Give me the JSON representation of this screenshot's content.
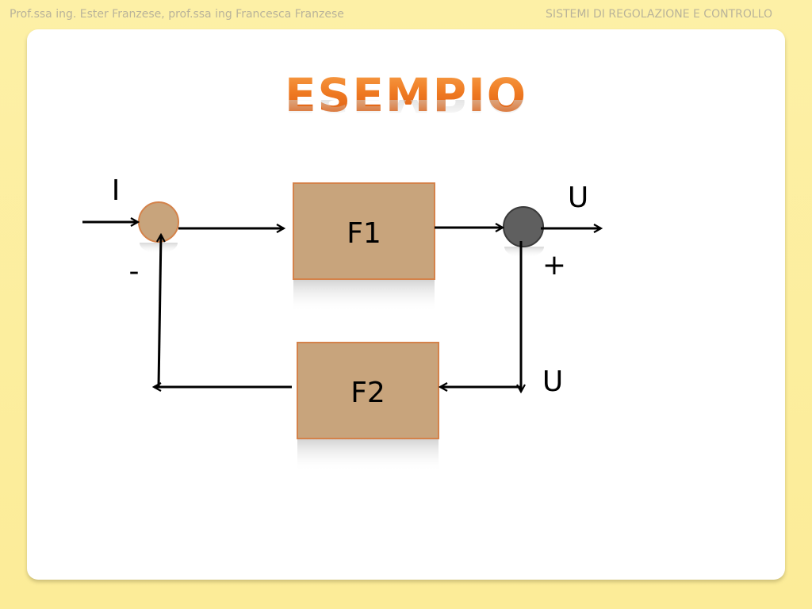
{
  "header": {
    "authors": "Prof.ssa ing. Ester Franzese, prof.ssa ing Francesca Franzese",
    "course": "SISTEMI DI REGOLAZIONE E CONTROLLO"
  },
  "slide": {
    "title": "ESEMPIO"
  },
  "diagram": {
    "blocks": {
      "f1": "F1",
      "f2": "F2"
    },
    "labels": {
      "input": "I",
      "output_top": "U",
      "plus": "+",
      "minus": "-",
      "output_feedback": "U"
    }
  },
  "colors": {
    "background": "#fdf0a6",
    "title": "#ef7a22",
    "block_fill": "#c8a47c",
    "block_border": "#d4824a",
    "summing_junction": "#c8a47c",
    "branch_point": "#5f5f5f",
    "header_text": "#b9b39a"
  }
}
